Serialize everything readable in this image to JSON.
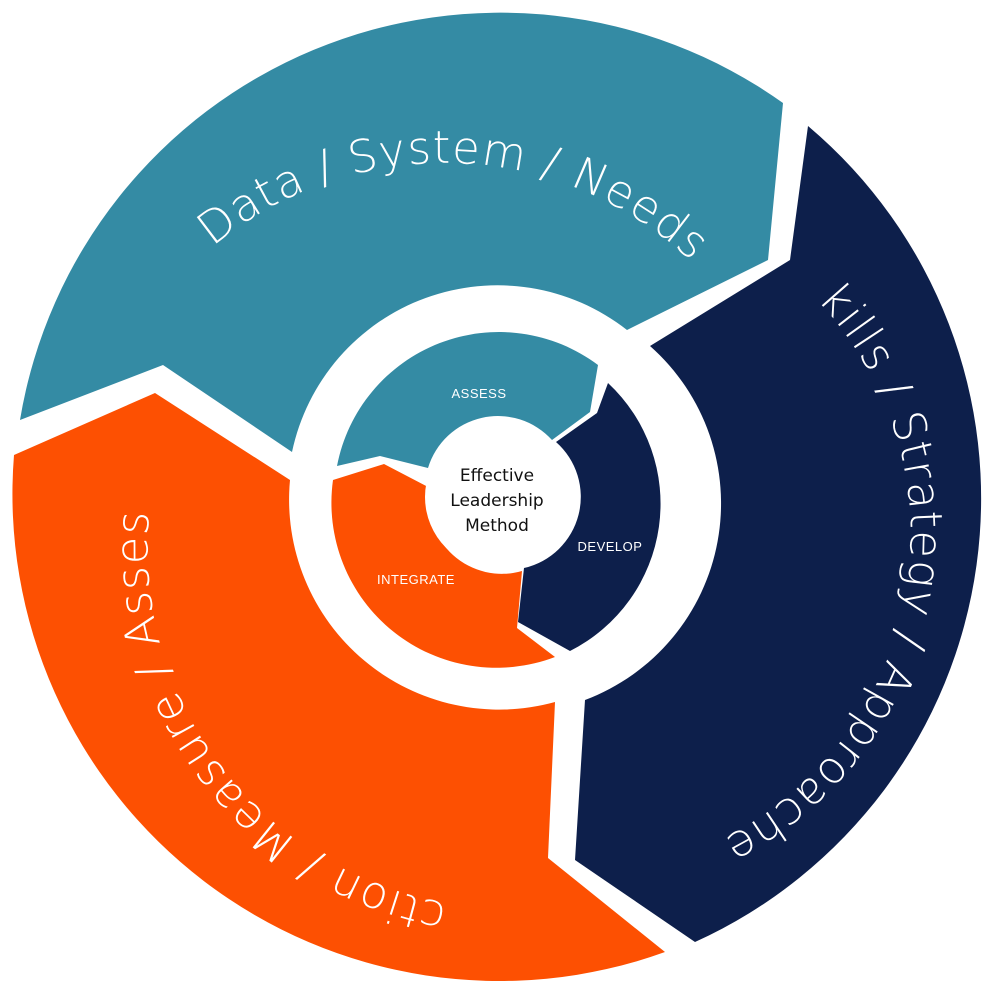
{
  "colors": {
    "teal": "#348ba4",
    "navy": "#0d1f4b",
    "orange": "#fd5002",
    "background": "#ffffff",
    "center_text": "#111111"
  },
  "outer_ring": {
    "data_system_needs": "Data / System / Needs",
    "skills_strategy_approaches": "Skills / Strategy / Approaches",
    "action_measure_assess": "Action / Measure / Assess"
  },
  "inner_ring": {
    "assess": "ASSESS",
    "develop": "DEVELOP",
    "integrate": "INTEGRATE"
  },
  "center": {
    "line1": "Effective",
    "line2": "Leadership",
    "line3": "Method"
  }
}
